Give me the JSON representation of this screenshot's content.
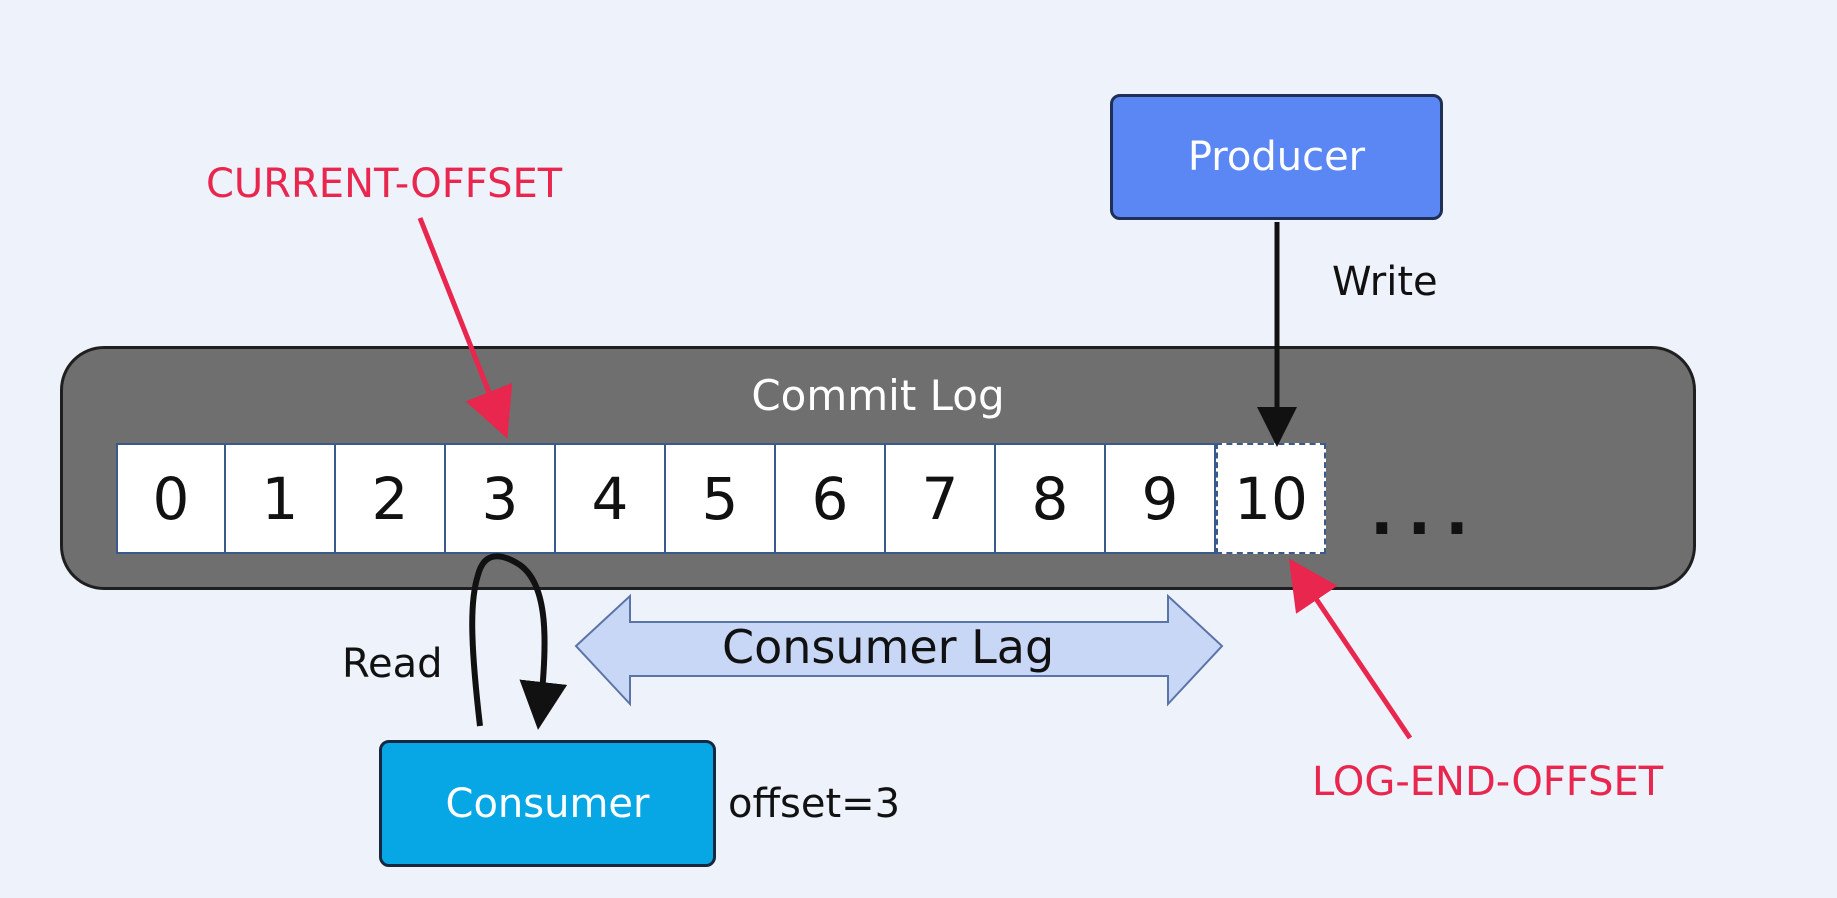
{
  "annotations": {
    "current_offset": "CURRENT-OFFSET",
    "log_end_offset": "LOG-END-OFFSET"
  },
  "producer": {
    "label": "Producer",
    "action": "Write"
  },
  "commit_log": {
    "title": "Commit Log",
    "offsets": [
      "0",
      "1",
      "2",
      "3",
      "4",
      "5",
      "6",
      "7",
      "8",
      "9",
      "10"
    ],
    "pending_offset": "10",
    "ellipsis": "..."
  },
  "consumer": {
    "label": "Consumer",
    "action": "Read",
    "offset_text": "offset=3"
  },
  "lag": {
    "label": "Consumer Lag"
  },
  "colors": {
    "background": "#eef2fb",
    "annotation_red": "#e8264e",
    "producer_blue": "#5a87f4",
    "consumer_blue": "#07a7e6",
    "log_gray": "#6f6f6f",
    "lag_arrow_fill": "#c9d7f7"
  }
}
